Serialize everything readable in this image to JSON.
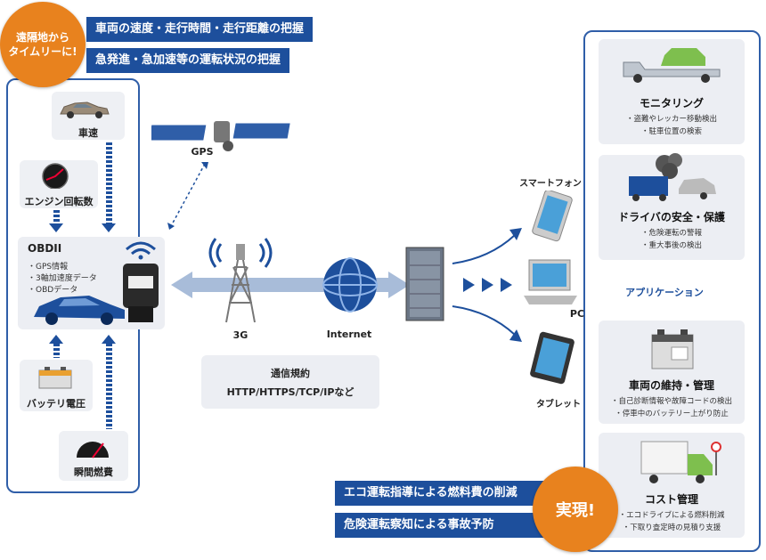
{
  "top_badge": {
    "line1": "遠隔地から",
    "line2": "タイムリーに!"
  },
  "top_banners": [
    "車両の速度・走行時間・走行距離の把握",
    "急発進・急加速等の運転状況の把握"
  ],
  "sensors": {
    "speed": "車速",
    "rpm": "エンジン回転数",
    "battery": "バッテリ電圧",
    "fuel": "瞬間燃費"
  },
  "obd": {
    "title": "OBDII",
    "items": [
      "・GPS情報",
      "・3軸加速度データ",
      "・OBDデータ"
    ]
  },
  "network": {
    "gps": "GPS",
    "g3": "3G",
    "internet": "Internet"
  },
  "protocol": {
    "title": "通信規約",
    "value": "HTTP/HTTPS/TCP/IPなど"
  },
  "devices": {
    "smartphone": "スマートフォン",
    "pc": "PC",
    "tablet": "タブレット"
  },
  "application_label": "アプリケーション",
  "apps": [
    {
      "title": "モニタリング",
      "items": [
        "・盗難やレッカー移動検出",
        "・駐車位置の検索"
      ]
    },
    {
      "title": "ドライバの安全・保護",
      "items": [
        "・危険運転の警報",
        "・重大事後の検出"
      ]
    },
    {
      "title": "車両の維持・管理",
      "items": [
        "・自己診断情報や故障コードの検出",
        "・停車中のバッテリー上がり防止"
      ]
    },
    {
      "title": "コスト管理",
      "items": [
        "・エコドライブによる燃料削減",
        "・下取り査定時の見積り支援"
      ]
    }
  ],
  "bottom_banners": [
    "エコ運転指導による燃料費の削減",
    "危険運転察知による事故予防"
  ],
  "bottom_badge": "実現!",
  "colors": {
    "accent": "#1d4f9c",
    "orange": "#e8821e",
    "card": "#eceef3"
  }
}
